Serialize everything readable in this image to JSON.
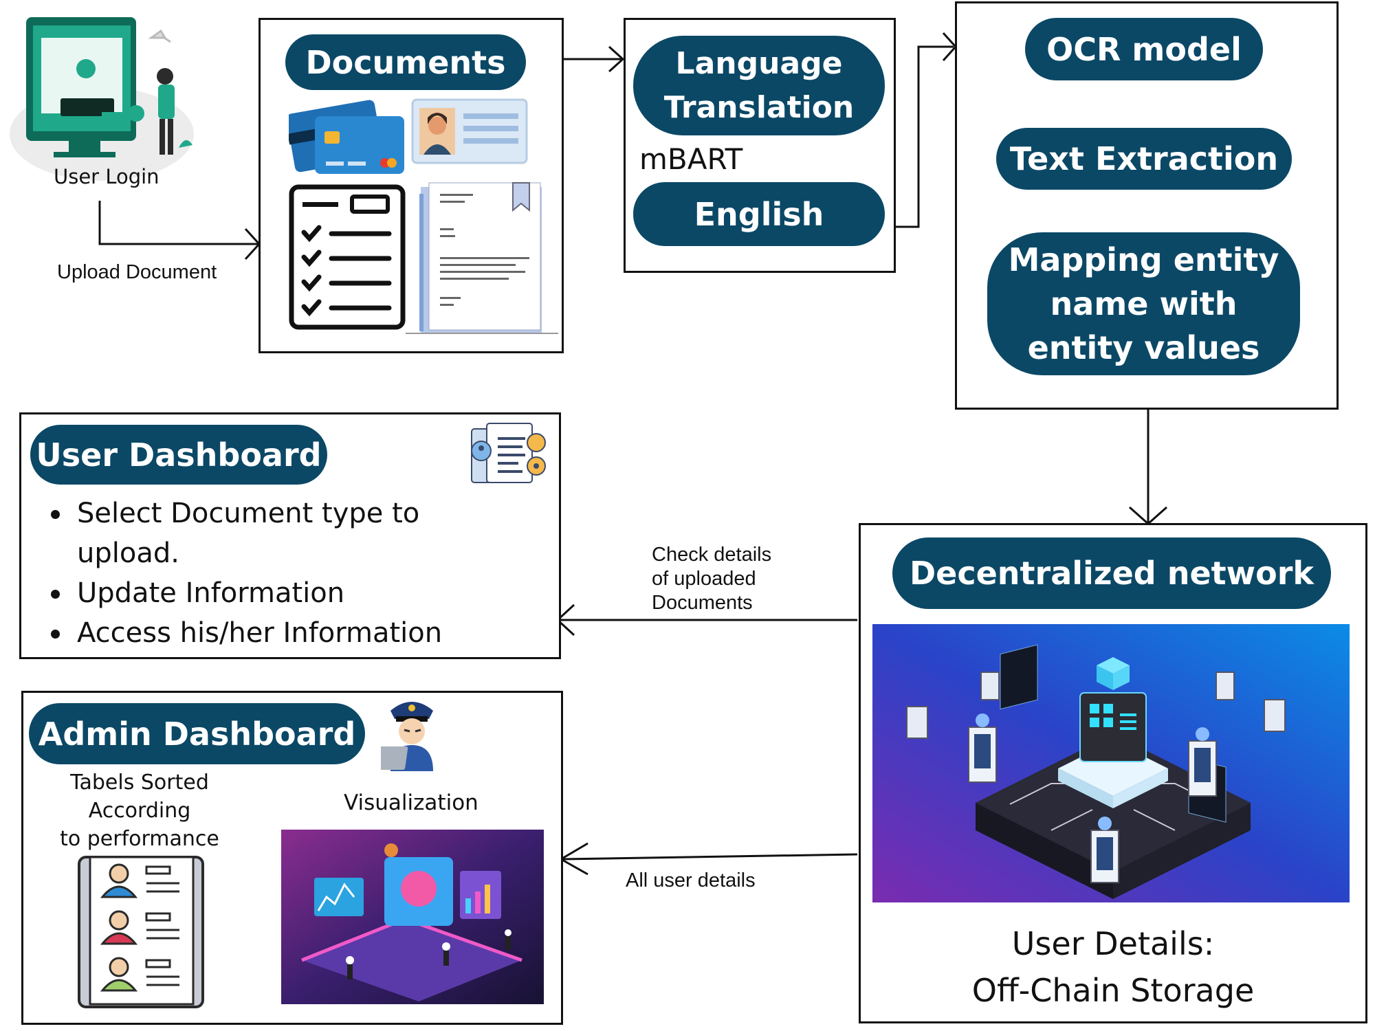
{
  "login": {
    "caption": "User Login",
    "screen_caption": "User Login"
  },
  "upload_label": "Upload Document",
  "documents": {
    "title": "Documents"
  },
  "translation": {
    "title": "Language Translation",
    "model": "mBART",
    "target": "English"
  },
  "ocr": {
    "title": "OCR model",
    "step2": "Text Extraction",
    "step3": "Mapping entity name with entity values"
  },
  "user_dashboard": {
    "title": "User Dashboard",
    "items": [
      "Select Document type to upload.",
      "Update Information",
      "Access his/her Information"
    ]
  },
  "check_label": {
    "line1": "Check details",
    "line2": "of uploaded",
    "line3": "Documents"
  },
  "network": {
    "title": "Decentralized network",
    "footer1": "User Details:",
    "footer2": "Off-Chain Storage"
  },
  "all_user_label": "All user details",
  "admin": {
    "title": "Admin Dashboard",
    "tables1": "Tabels Sorted",
    "tables2": "According",
    "tables3": "to performance",
    "viz": "Visualization"
  },
  "colors": {
    "pill": "#0b4866",
    "teal": "#1fa98a",
    "line": "#111111"
  }
}
